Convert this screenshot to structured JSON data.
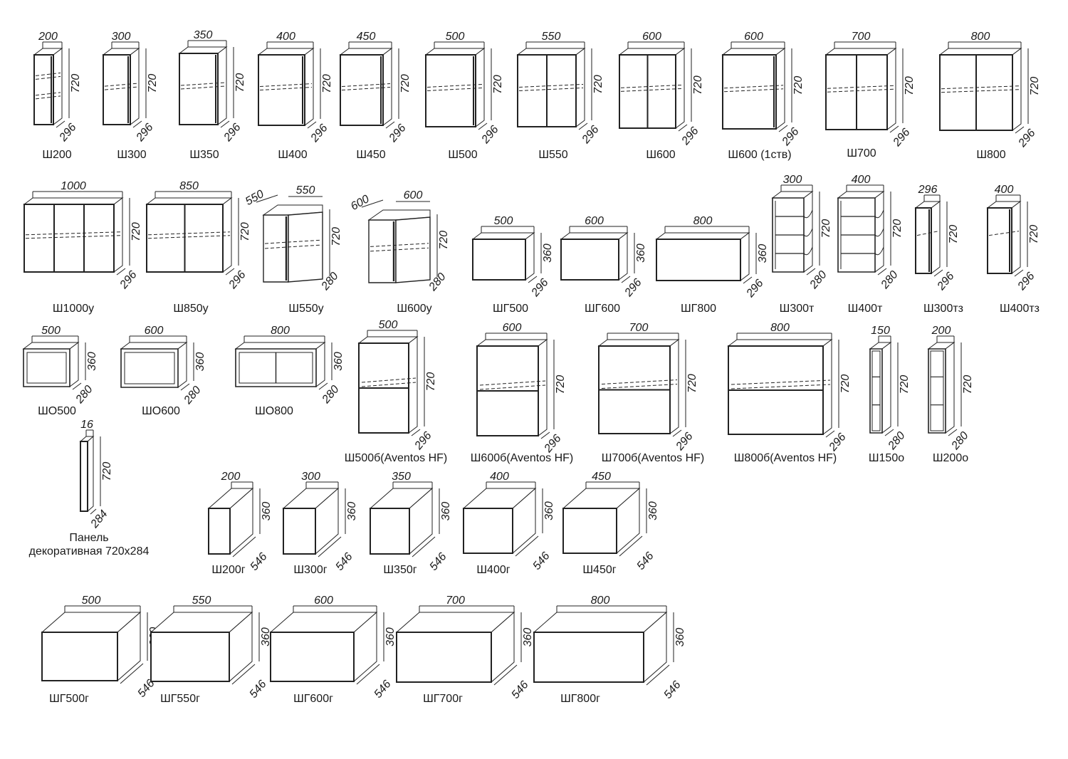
{
  "catalog": {
    "items": [
      {
        "label": "Ш200",
        "width": "200",
        "height": "720",
        "depth": "296",
        "kind": "tall",
        "shelves": 2,
        "doors": 1
      },
      {
        "label": "Ш300",
        "width": "300",
        "height": "720",
        "depth": "296",
        "kind": "tall",
        "shelves": 1,
        "doors": 1
      },
      {
        "label": "Ш350",
        "width": "350",
        "height": "720",
        "depth": "296",
        "kind": "tall",
        "shelves": 1,
        "doors": 1
      },
      {
        "label": "Ш400",
        "width": "400",
        "height": "720",
        "depth": "296",
        "kind": "tall",
        "shelves": 1,
        "doors": 1
      },
      {
        "label": "Ш450",
        "width": "450",
        "height": "720",
        "depth": "296",
        "kind": "tall",
        "shelves": 1,
        "doors": 1
      },
      {
        "label": "Ш500",
        "width": "500",
        "height": "720",
        "depth": "296",
        "kind": "tall",
        "shelves": 1,
        "doors": 1
      },
      {
        "label": "Ш550",
        "width": "550",
        "height": "720",
        "depth": "296",
        "kind": "tall",
        "shelves": 1,
        "doors": 2
      },
      {
        "label": "Ш600",
        "width": "600",
        "height": "720",
        "depth": "296",
        "kind": "tall",
        "shelves": 1,
        "doors": 2
      },
      {
        "label": "Ш600 (1ств)",
        "width": "600",
        "height": "720",
        "depth": "296",
        "kind": "tall",
        "shelves": 1,
        "doors": 1
      },
      {
        "label": "Ш700",
        "width": "700",
        "height": "720",
        "depth": "296",
        "kind": "tall",
        "shelves": 1,
        "doors": 2
      },
      {
        "label": "Ш800",
        "width": "800",
        "height": "720",
        "depth": "296",
        "kind": "tall",
        "shelves": 1,
        "doors": 2
      },
      {
        "label": "Ш1000у",
        "width": "1000",
        "height": "720",
        "depth": "296",
        "kind": "tall",
        "shelves": 1,
        "doors": 3
      },
      {
        "label": "Ш850у",
        "width": "850",
        "height": "720",
        "depth": "296",
        "kind": "tall",
        "shelves": 1,
        "doors": 2
      },
      {
        "label": "Ш550у",
        "width": "550",
        "width2": "550",
        "height": "720",
        "depth": "280",
        "kind": "corner"
      },
      {
        "label": "Ш600у",
        "width": "600",
        "width2": "600",
        "height": "720",
        "depth": "280",
        "kind": "corner"
      },
      {
        "label": "ШГ500",
        "width": "500",
        "height": "360",
        "depth": "296",
        "kind": "low"
      },
      {
        "label": "ШГ600",
        "width": "600",
        "height": "360",
        "depth": "296",
        "kind": "low"
      },
      {
        "label": "ШГ800",
        "width": "800",
        "height": "360",
        "depth": "296",
        "kind": "low"
      },
      {
        "label": "Ш300т",
        "width": "300",
        "height": "720",
        "depth": "280",
        "kind": "endshelf"
      },
      {
        "label": "Ш400т",
        "width": "400",
        "height": "720",
        "depth": "280",
        "kind": "endshelf"
      },
      {
        "label": "Ш300тз",
        "width": "296",
        "height": "720",
        "depth": "296",
        "kind": "endclosed"
      },
      {
        "label": "Ш400тз",
        "width": "400",
        "height": "720",
        "depth": "296",
        "kind": "endclosed"
      },
      {
        "label": "ШО500",
        "width": "500",
        "height": "360",
        "depth": "280",
        "kind": "open",
        "partitions": 0
      },
      {
        "label": "ШО600",
        "width": "600",
        "height": "360",
        "depth": "280",
        "kind": "open",
        "partitions": 0
      },
      {
        "label": "ШО800",
        "width": "800",
        "height": "360",
        "depth": "280",
        "kind": "open",
        "partitions": 1
      },
      {
        "label": "Ш500б(Aventos HF)",
        "width": "500",
        "height": "720",
        "depth": "296",
        "kind": "aventos"
      },
      {
        "label": "Ш600б(Aventos HF)",
        "width": "600",
        "height": "720",
        "depth": "296",
        "kind": "aventos"
      },
      {
        "label": "Ш700б(Aventos HF)",
        "width": "700",
        "height": "720",
        "depth": "296",
        "kind": "aventos"
      },
      {
        "label": "Ш800б(Aventos HF)",
        "width": "800",
        "height": "720",
        "depth": "296",
        "kind": "aventos"
      },
      {
        "label": "Ш150о",
        "width": "150",
        "height": "720",
        "depth": "280",
        "kind": "narrowopen"
      },
      {
        "label": "Ш200о",
        "width": "200",
        "height": "720",
        "depth": "280",
        "kind": "narrowopen"
      },
      {
        "label": "Панель\nдекоративная 720х284",
        "width": "16",
        "height": "720",
        "depth": "284",
        "kind": "panel"
      },
      {
        "label": "Ш200г",
        "width": "200",
        "height": "360",
        "depth": "546",
        "kind": "deep"
      },
      {
        "label": "Ш300г",
        "width": "300",
        "height": "360",
        "depth": "546",
        "kind": "deep"
      },
      {
        "label": "Ш350г",
        "width": "350",
        "height": "360",
        "depth": "546",
        "kind": "deep"
      },
      {
        "label": "Ш400г",
        "width": "400",
        "height": "360",
        "depth": "546",
        "kind": "deep"
      },
      {
        "label": "Ш450г",
        "width": "450",
        "height": "360",
        "depth": "546",
        "kind": "deep"
      },
      {
        "label": "ШГ500г",
        "width": "500",
        "height": "360",
        "depth": "546",
        "kind": "deep"
      },
      {
        "label": "ШГ550г",
        "width": "550",
        "height": "360",
        "depth": "546",
        "kind": "deep"
      },
      {
        "label": "ШГ600г",
        "width": "600",
        "height": "360",
        "depth": "546",
        "kind": "deep"
      },
      {
        "label": "ШГ700г",
        "width": "700",
        "height": "360",
        "depth": "546",
        "kind": "deep"
      },
      {
        "label": "ШГ800г",
        "width": "800",
        "height": "360",
        "depth": "546",
        "kind": "deep"
      }
    ]
  }
}
